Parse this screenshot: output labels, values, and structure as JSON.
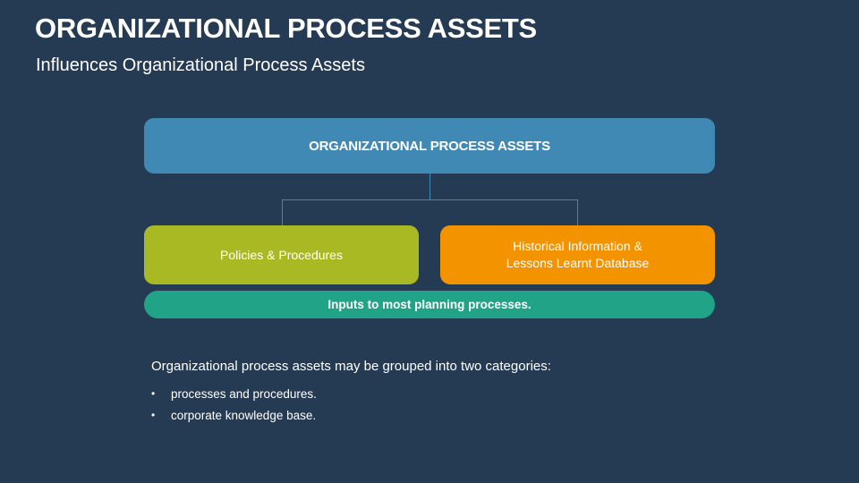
{
  "slide": {
    "title": "ORGANIZATIONAL PROCESS ASSETS",
    "subtitle": "Influences Organizational Process Assets"
  },
  "diagram": {
    "root": {
      "label": "ORGANIZATIONAL PROCESS ASSETS",
      "color": "#4189b5"
    },
    "children": [
      {
        "label": "Policies & Procedures",
        "color": "#a9b923"
      },
      {
        "label_line1": "Historical Information &",
        "label_line2": "Lessons Learnt Database",
        "color": "#f49300"
      }
    ],
    "footer": {
      "label": "Inputs to most planning processes.",
      "color": "#20a386"
    }
  },
  "notes": {
    "intro": "Organizational process assets may be grouped into two categories:",
    "bullet_char": "•",
    "items": [
      "processes and procedures.",
      "corporate knowledge base."
    ]
  },
  "colors": {
    "background": "#253a53",
    "connector": "#4189b5"
  }
}
